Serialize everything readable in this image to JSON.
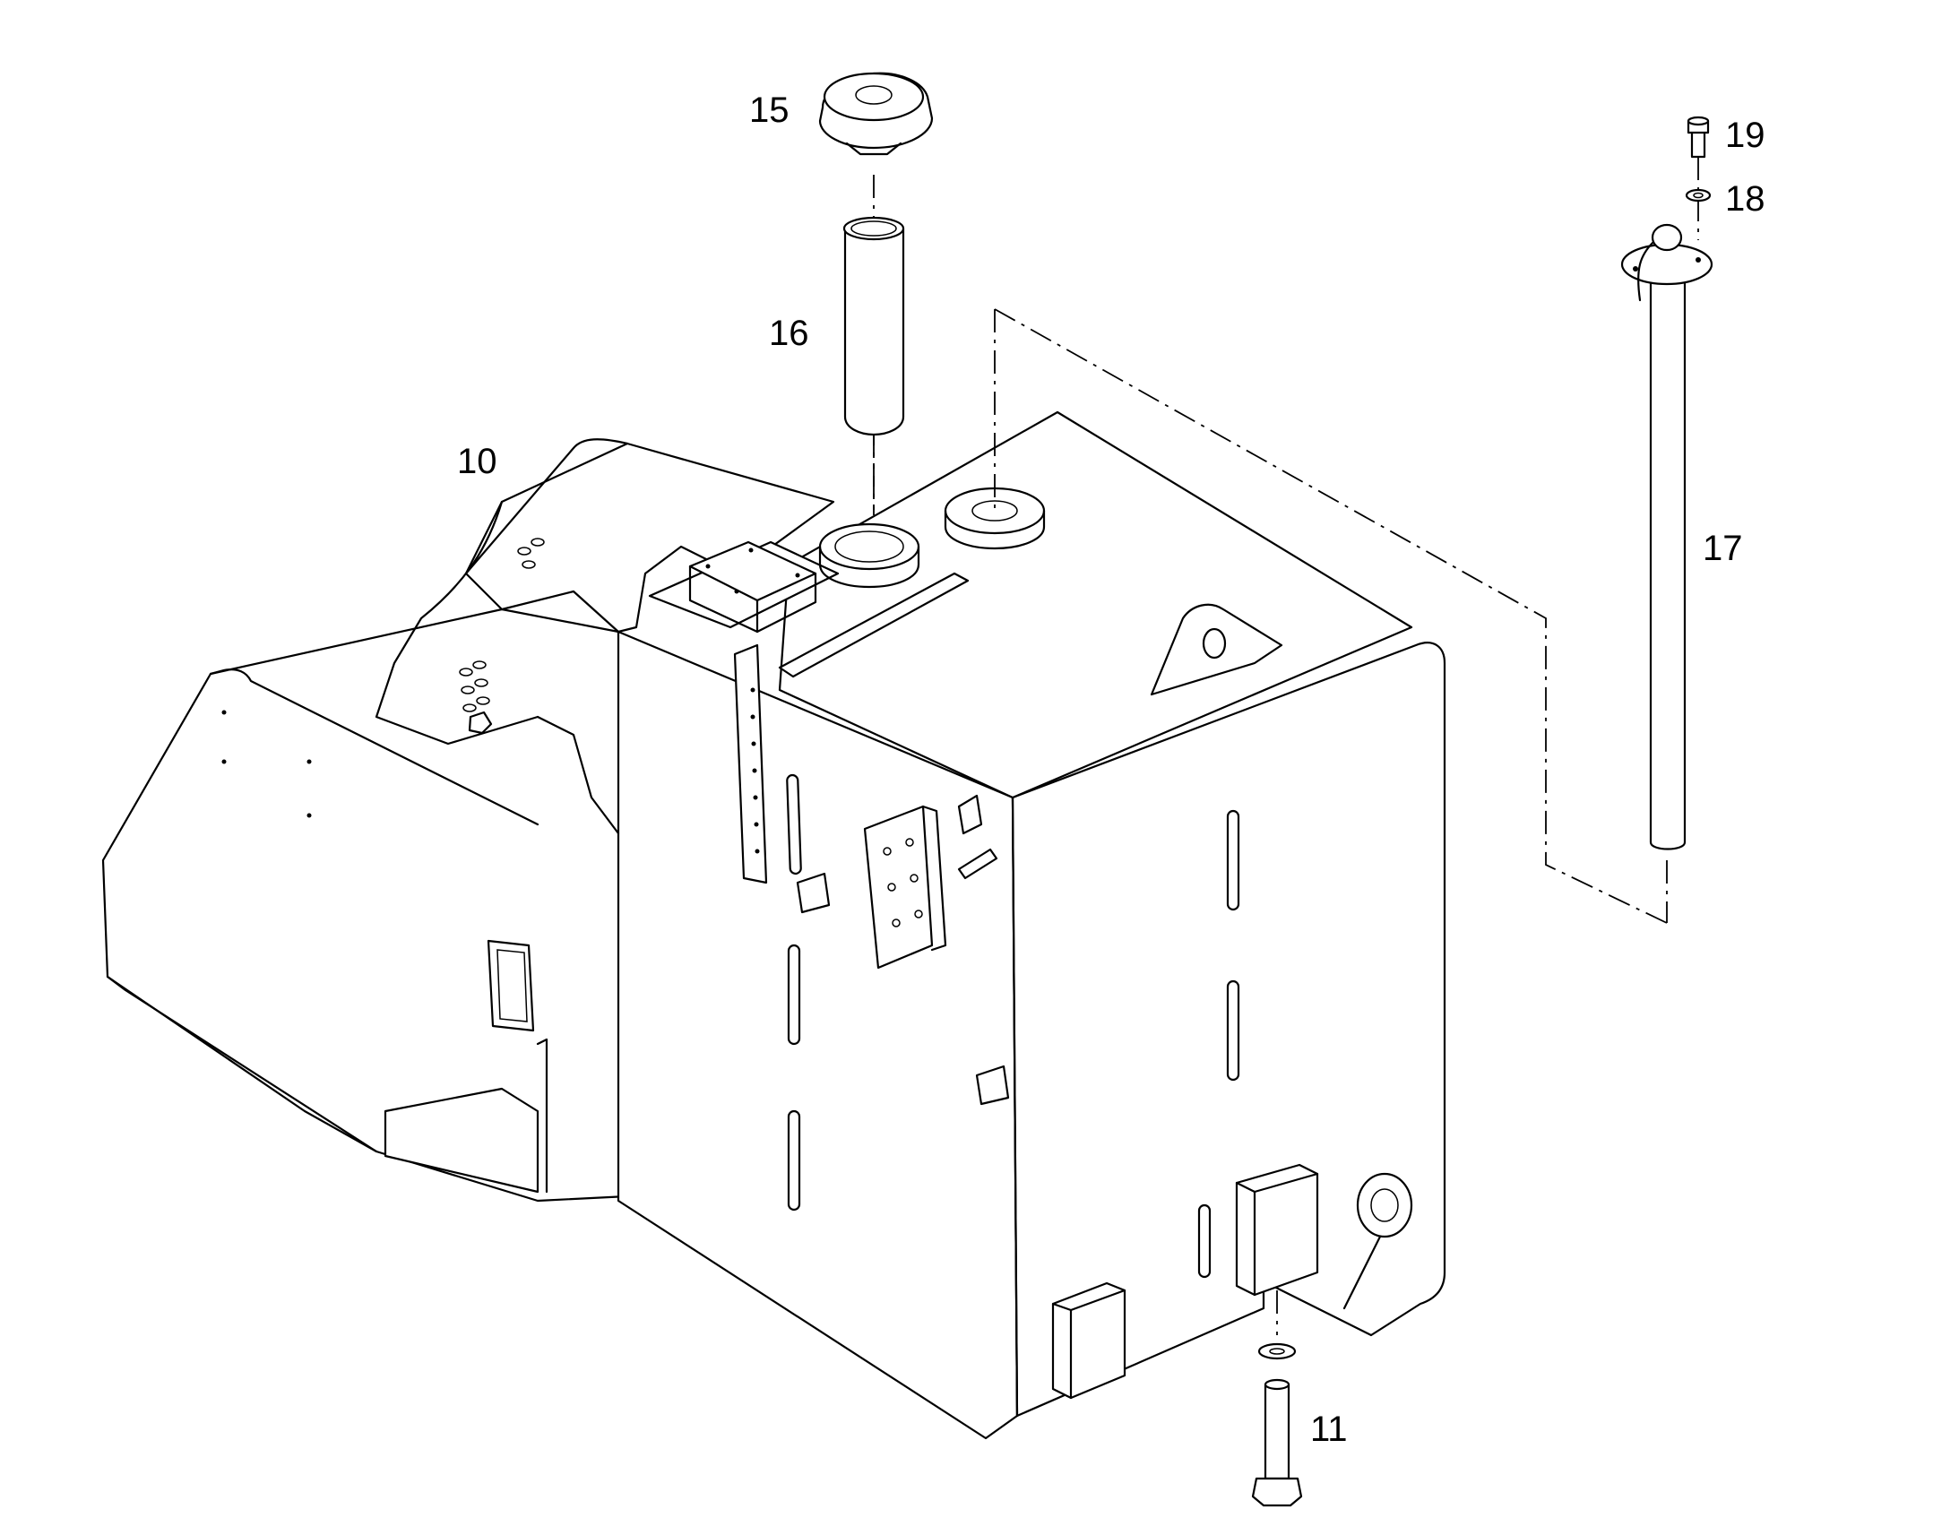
{
  "diagram": {
    "callouts": [
      {
        "id": "10",
        "label": "10"
      },
      {
        "id": "11",
        "label": "11"
      },
      {
        "id": "15",
        "label": "15"
      },
      {
        "id": "16",
        "label": "16"
      },
      {
        "id": "17",
        "label": "17"
      },
      {
        "id": "18",
        "label": "18"
      },
      {
        "id": "19",
        "label": "19"
      }
    ]
  }
}
